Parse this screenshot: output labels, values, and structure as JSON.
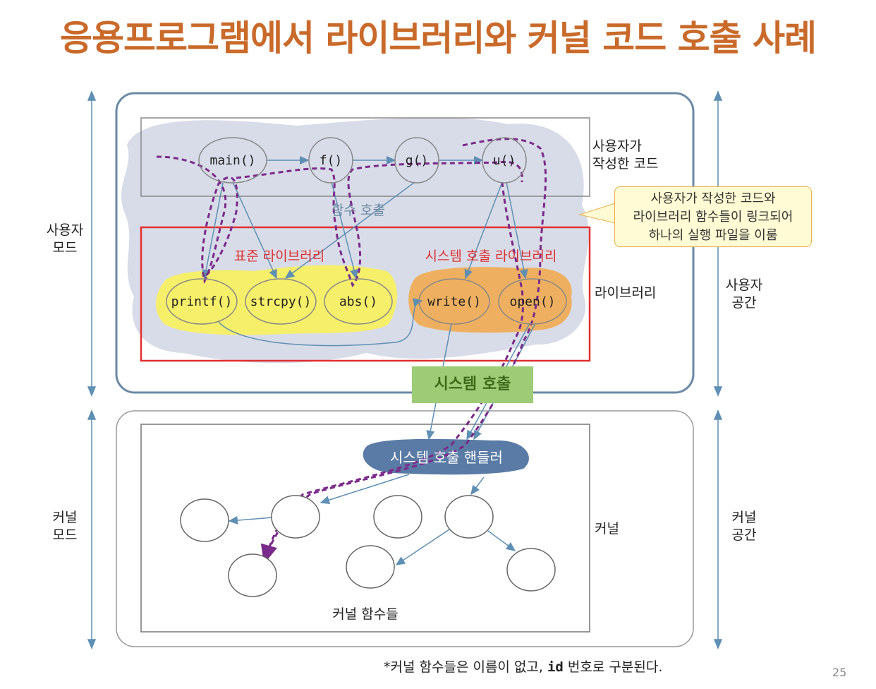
{
  "title": "응용프로그램에서 라이브러리와 커널 코드 호출 사례",
  "side_labels": {
    "user_mode": "사용자\n모드",
    "kernel_mode": "커널\n모드",
    "user_space": "사용자\n공간",
    "kernel_space": "커널\n공간"
  },
  "region_labels": {
    "user_code": "사용자가\n작성한 코드",
    "library": "라이브러리",
    "kernel": "커널"
  },
  "callout": "사용자가 작성한 코드와\n라이브러리 함수들이 링크되어\n하나의 실행 파일을 이룸",
  "function_call_label": "함수 호출",
  "std_lib_label": "표준 라이브러리",
  "sys_lib_label": "시스템 호출 라이브러리",
  "user_functions": [
    "main()",
    "f()",
    "g()",
    "u()"
  ],
  "std_functions": [
    "printf()",
    "strcpy()",
    "abs()"
  ],
  "sys_functions": [
    "write()",
    "open()"
  ],
  "system_call_label": "시스템 호출",
  "handler_label": "시스템 호출 핸들러",
  "kernel_functions_label": "커널 함수들",
  "footnote_prefix": "*커널 함수들은 이름이 없고, ",
  "footnote_code": "id",
  "footnote_suffix": " 번호로 구분된다.",
  "page_number": "25",
  "colors": {
    "title": "#c96a2a",
    "library_border": "#e03030",
    "std_lib_blob": "#f6ef6a",
    "sys_lib_blob": "#eeb060",
    "cloud": "#d8dce8",
    "system_call_box": "#9ecb76",
    "handler_blob": "#5a7ba5",
    "call_path": "#7a2a8a",
    "arrow": "#5f8fb3"
  }
}
